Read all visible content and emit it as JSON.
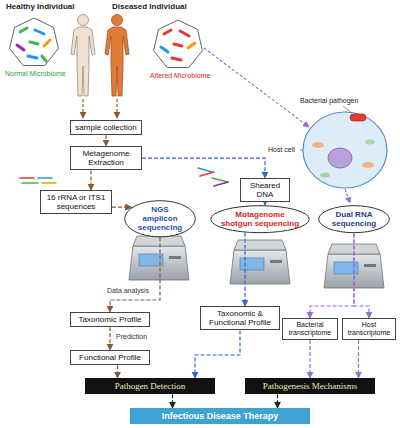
{
  "diagram": {
    "nodes": [
      {
        "text": [
          "sample collection"
        ]
      },
      {
        "text": [
          "Metagenome Extraction"
        ]
      },
      {
        "text": [
          "16 rRNA or ITS1 sequences"
        ]
      },
      {
        "text": [
          "NGS amplicon sequencing"
        ]
      },
      {
        "text": [
          "Sheared DNA"
        ]
      },
      {
        "text": [
          "Motagenome shotgun sequencing"
        ]
      },
      {
        "text": [
          "Dual RNA sequencing"
        ]
      },
      {
        "text": [
          "Taxonomic Profile"
        ]
      },
      {
        "text": [
          "Functional Profile"
        ]
      },
      {
        "text": [
          "Taxonomic & Functional Profile"
        ]
      },
      {
        "text": [
          "Bacterial transcriptome"
        ]
      },
      {
        "text": [
          "Host transcriptome"
        ]
      },
      {
        "text": [
          "Pathogen Detection"
        ]
      },
      {
        "text": [
          "Pathogenesis Mechanisms"
        ]
      },
      {
        "text": [
          "Infectious Disease Therapy"
        ]
      }
    ],
    "edges": [
      {
        "from": 0,
        "to": 1,
        "arrow": "to"
      },
      {
        "from": 1,
        "to": 2,
        "arrow": "to"
      },
      {
        "from": 1,
        "to": 4,
        "arrow": "to"
      },
      {
        "from": 2,
        "to": 3,
        "arrow": "to"
      },
      {
        "from": 3,
        "to": 7,
        "label": "Data analysis",
        "arrow": "to"
      },
      {
        "from": 7,
        "to": 8,
        "label": "Prediction",
        "arrow": "to"
      },
      {
        "from": 8,
        "to": 12,
        "arrow": "to"
      },
      {
        "from": 4,
        "to": 5,
        "arrow": "to"
      },
      {
        "from": 5,
        "to": 9,
        "arrow": "to"
      },
      {
        "from": 9,
        "to": 12,
        "arrow": "to"
      },
      {
        "from": 6,
        "to": 10,
        "arrow": "to"
      },
      {
        "from": 6,
        "to": 11,
        "arrow": "to"
      },
      {
        "from": 10,
        "to": 13,
        "arrow": "to"
      },
      {
        "from": 11,
        "to": 13,
        "arrow": "to"
      },
      {
        "from": 12,
        "to": 14,
        "arrow": "to"
      },
      {
        "from": 13,
        "to": 14,
        "arrow": "to"
      }
    ],
    "labels": [
      "Healthy Individual",
      "Diseased Individual",
      "Normal Microbiome",
      "Altered Microbiome",
      "Bacterial pathogen",
      "Host cell"
    ]
  }
}
